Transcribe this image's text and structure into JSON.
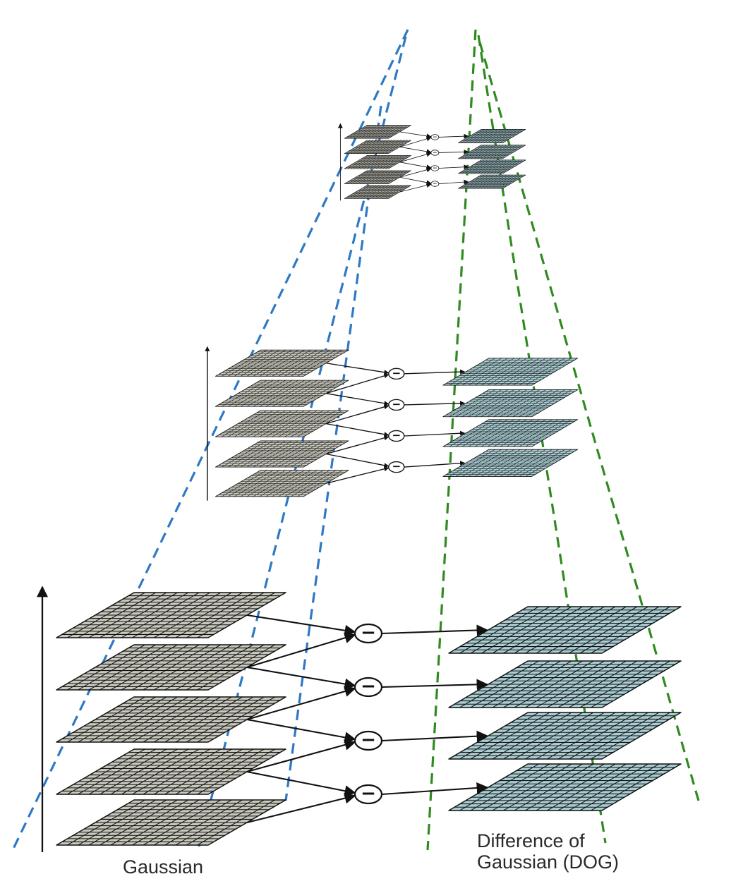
{
  "labels": {
    "gaussian": "Gaussian",
    "dog_line1": "Difference of",
    "dog_line2": "Gaussian (DOG)"
  },
  "colors": {
    "gaussian_tile": "#c9c8bd",
    "dog_tile": "#a9cdd3",
    "grid_line": "#111111",
    "blue_guides": "#2f78c4",
    "green_guides": "#2f8a1f",
    "arrow": "#111111"
  },
  "octaves": [
    {
      "gaussian_layers": 5,
      "dog_layers": 4,
      "subtractors": 4
    },
    {
      "gaussian_layers": 5,
      "dog_layers": 4,
      "subtractors": 4
    },
    {
      "gaussian_layers": 5,
      "dog_layers": 4,
      "subtractors": 4
    }
  ],
  "subtract_symbol": "−"
}
